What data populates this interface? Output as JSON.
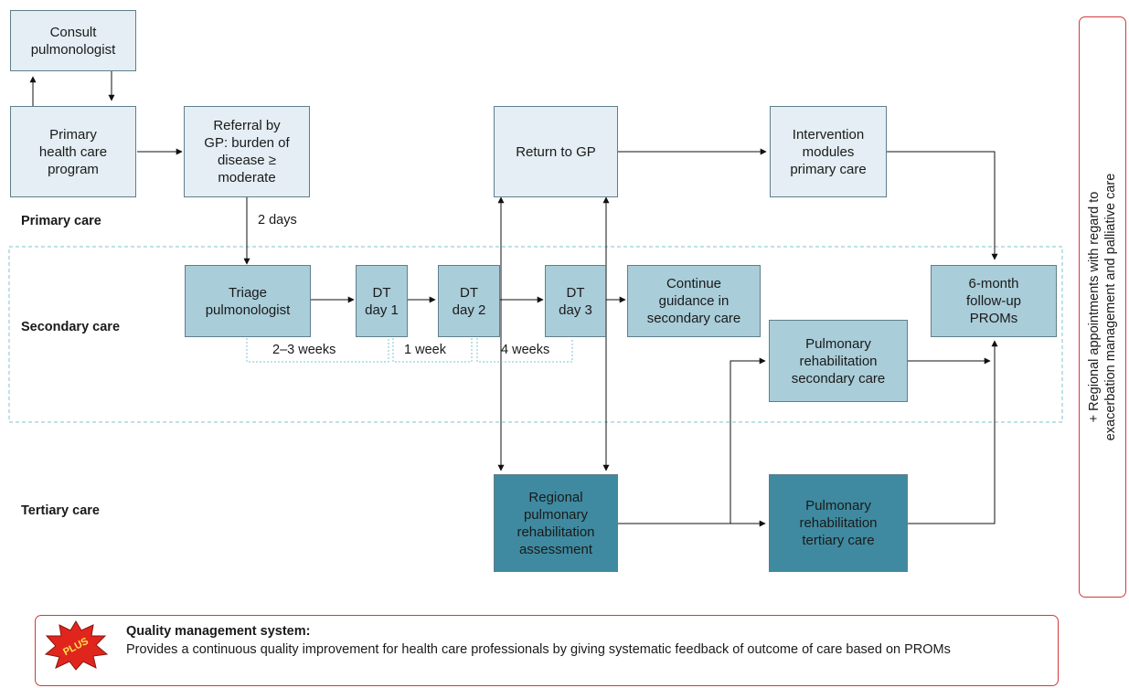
{
  "levels": {
    "primary": "Primary care",
    "secondary": "Secondary care",
    "tertiary": "Tertiary care"
  },
  "boxes": {
    "consult": "Consult\npulmonologist",
    "primary_program": "Primary\nhealth care\nprogram",
    "referral": "Referral by\nGP: burden of\ndisease ≥\nmoderate",
    "return_gp": "Return to GP",
    "intervention": "Intervention\nmodules\nprimary care",
    "triage": "Triage\npulmonologist",
    "dt1": "DT\nday 1",
    "dt2": "DT\nday 2",
    "dt3": "DT\nday 3",
    "continue": "Continue\nguidance in\nsecondary care",
    "followup": "6-month\nfollow-up\nPROMs",
    "rehab_secondary": "Pulmonary\nrehabilitation\nsecondary care",
    "regional": "Regional\npulmonary\nrehabilitation\nassessment",
    "rehab_tertiary": "Pulmonary\nrehabilitation\ntertiary care"
  },
  "durations": {
    "two_days": "2 days",
    "two_three_weeks": "2–3 weeks",
    "one_week": "1 week",
    "four_weeks": "4 weeks"
  },
  "side_note": "+ Regional appointments with regard to\nexacerbation management and palliative care",
  "qms": {
    "badge": "PLUS",
    "title": "Quality management system:",
    "description": "Provides a continuous quality improvement for health care professionals by giving systematic feedback of outcome of care based on PROMs"
  },
  "colors": {
    "light_box": "#e4eef4",
    "mid_box": "#a9cdd9",
    "dark_box": "#3f8aa0",
    "dashed_region": "#7cc3d6",
    "frame_red": "#d23a3a"
  }
}
